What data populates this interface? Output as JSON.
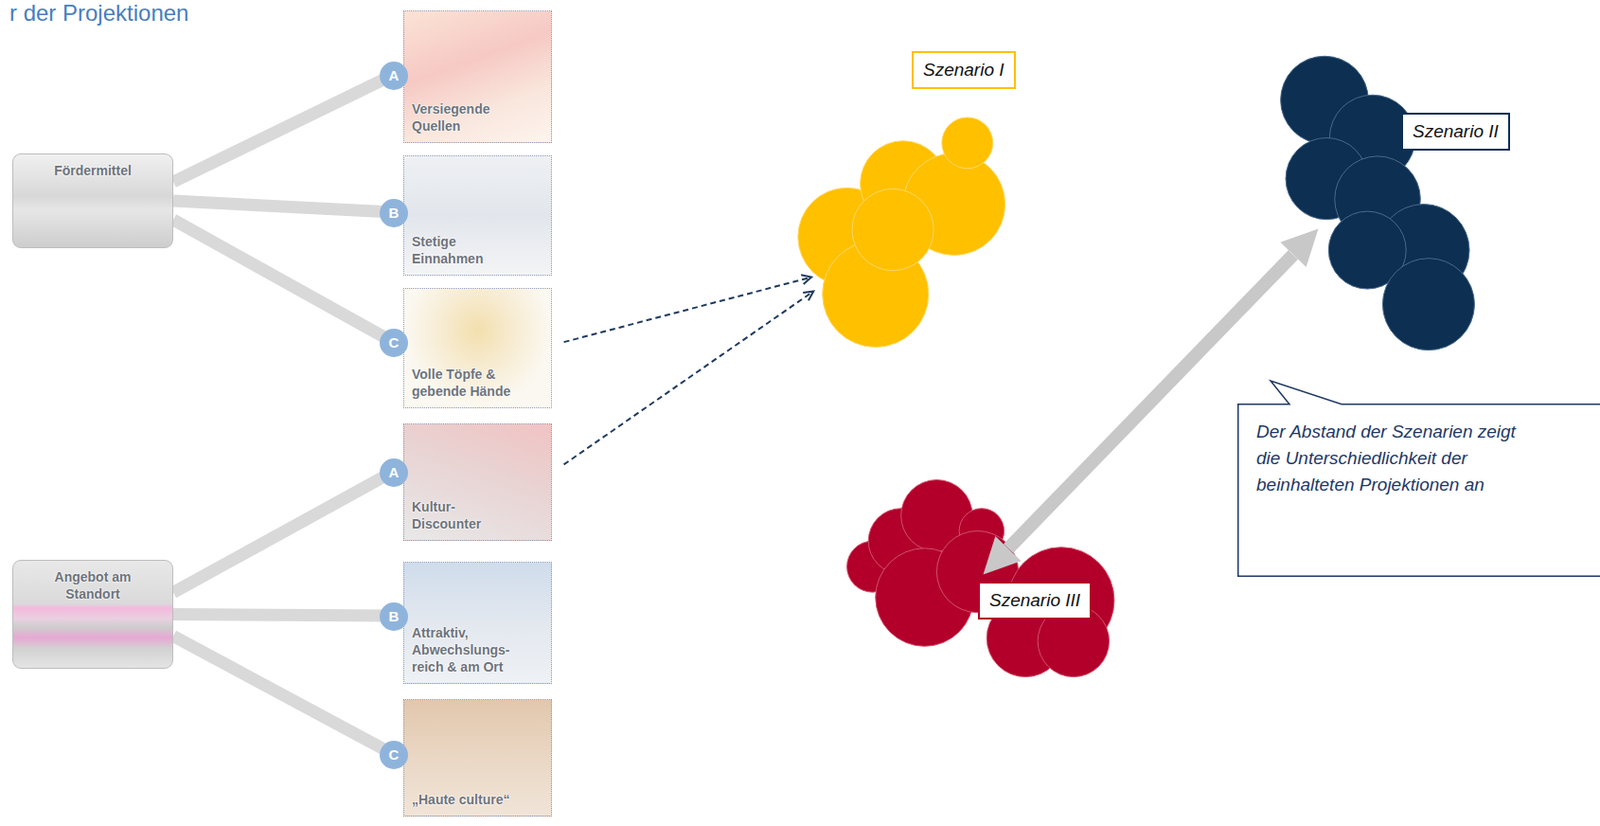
{
  "diagram": {
    "title": "r der Projektionen",
    "nodes": [
      {
        "text": [
          "Fördermittel"
        ]
      },
      {
        "text": [
          "A",
          "Versiegende Quellen"
        ]
      },
      {
        "text": [
          "B",
          "Stetige Einnahmen"
        ]
      },
      {
        "text": [
          "C",
          "Volle Töpfe & gebende Hände"
        ]
      },
      {
        "text": [
          "Angebot am Standort"
        ]
      },
      {
        "text": [
          "A",
          "Kultur-Discounter"
        ]
      },
      {
        "text": [
          "B",
          "Attraktiv, Abwechslungs-reich & am Ort"
        ]
      },
      {
        "text": [
          "C",
          "„Haute culture“"
        ]
      },
      {
        "text": [
          "Szenario I"
        ]
      },
      {
        "text": [
          "Szenario II"
        ]
      },
      {
        "text": [
          "Szenario III"
        ]
      },
      {
        "text": [
          "Der Abstand der Szenarien zeigt die Unterschiedlichkeit der beinhalteten Projektionen an"
        ]
      }
    ],
    "edges": [
      {
        "from": 0,
        "to": 1,
        "arrow": "none"
      },
      {
        "from": 0,
        "to": 2,
        "arrow": "none"
      },
      {
        "from": 0,
        "to": 3,
        "arrow": "none"
      },
      {
        "from": 4,
        "to": 5,
        "arrow": "none"
      },
      {
        "from": 4,
        "to": 6,
        "arrow": "none"
      },
      {
        "from": 4,
        "to": 7,
        "arrow": "none"
      },
      {
        "from": 3,
        "to": 8,
        "arrow": "to"
      },
      {
        "from": 5,
        "to": 8,
        "arrow": "to"
      },
      {
        "from": 10,
        "to": 9,
        "arrow": "both"
      }
    ]
  }
}
